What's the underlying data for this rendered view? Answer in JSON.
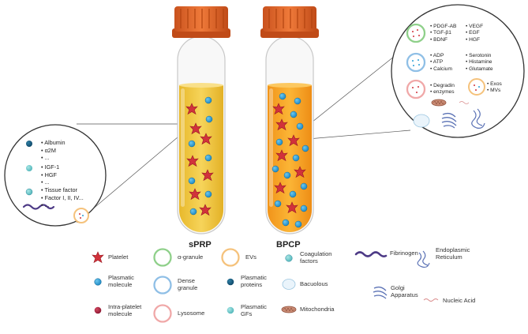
{
  "tubes": {
    "left_title": "sPRP",
    "right_title": "BPCP"
  },
  "left_zoom": {
    "group1": [
      "Albumin",
      "α2M",
      "..."
    ],
    "group2": [
      "IGF-1",
      "HGF",
      "..."
    ],
    "group3": [
      "Tissue factor",
      "Factor I, II, IV...",
      "..."
    ]
  },
  "right_zoom": {
    "alpha_col1": [
      "PDGF-AB",
      "TGF-β1",
      "BDNF"
    ],
    "alpha_col2": [
      "VEGF",
      "EGF",
      "HGF"
    ],
    "dense_col1": [
      "ADP",
      "ATP",
      "Calcium"
    ],
    "dense_col2": [
      "Serotonin",
      "Histamine",
      "Glutamate"
    ],
    "lyso": [
      "Degradin",
      "enzymes"
    ],
    "evs": [
      "Exos",
      "MVs"
    ]
  },
  "legend": {
    "platelet": "Platelet",
    "alpha_granule": "α-granule",
    "evs": "EVs",
    "coagulation": [
      "Coagulation",
      "factors"
    ],
    "fibrinogen": "Fibrinogen",
    "er": [
      "Endoplasmic",
      "Reticulum"
    ],
    "plasmatic_molecule": [
      "Plasmatic",
      "molecule"
    ],
    "dense_granule": [
      "Dense",
      "granule"
    ],
    "plasmatic_proteins": [
      "Plasmatic",
      "proteins"
    ],
    "bacuolous": "Bacuolous",
    "golgi": [
      "Golgi",
      "Apparatus"
    ],
    "nucleic_acid": "Nucleic Acid",
    "intra_platelet": [
      "Intra-platelet",
      "molecule"
    ],
    "lysosome": "Lysosome",
    "plasmatic_gfs": [
      "Plasmatic",
      "GFs"
    ],
    "mitochondria": "Mitochondria"
  },
  "colors": {
    "cap": "#e0672a",
    "sprp_plasma": "#f3cf45",
    "bpcp_plasma": "#f7a420",
    "platelet": "#d1323b",
    "plasmatic_molecule": "#2a9fd6",
    "alpha_granule": "#8fd08a",
    "dense_granule": "#8fbfe6",
    "lysosome": "#f0a8a8",
    "evs": "#f5c27c",
    "fibrinogen": "#4d3a86"
  }
}
